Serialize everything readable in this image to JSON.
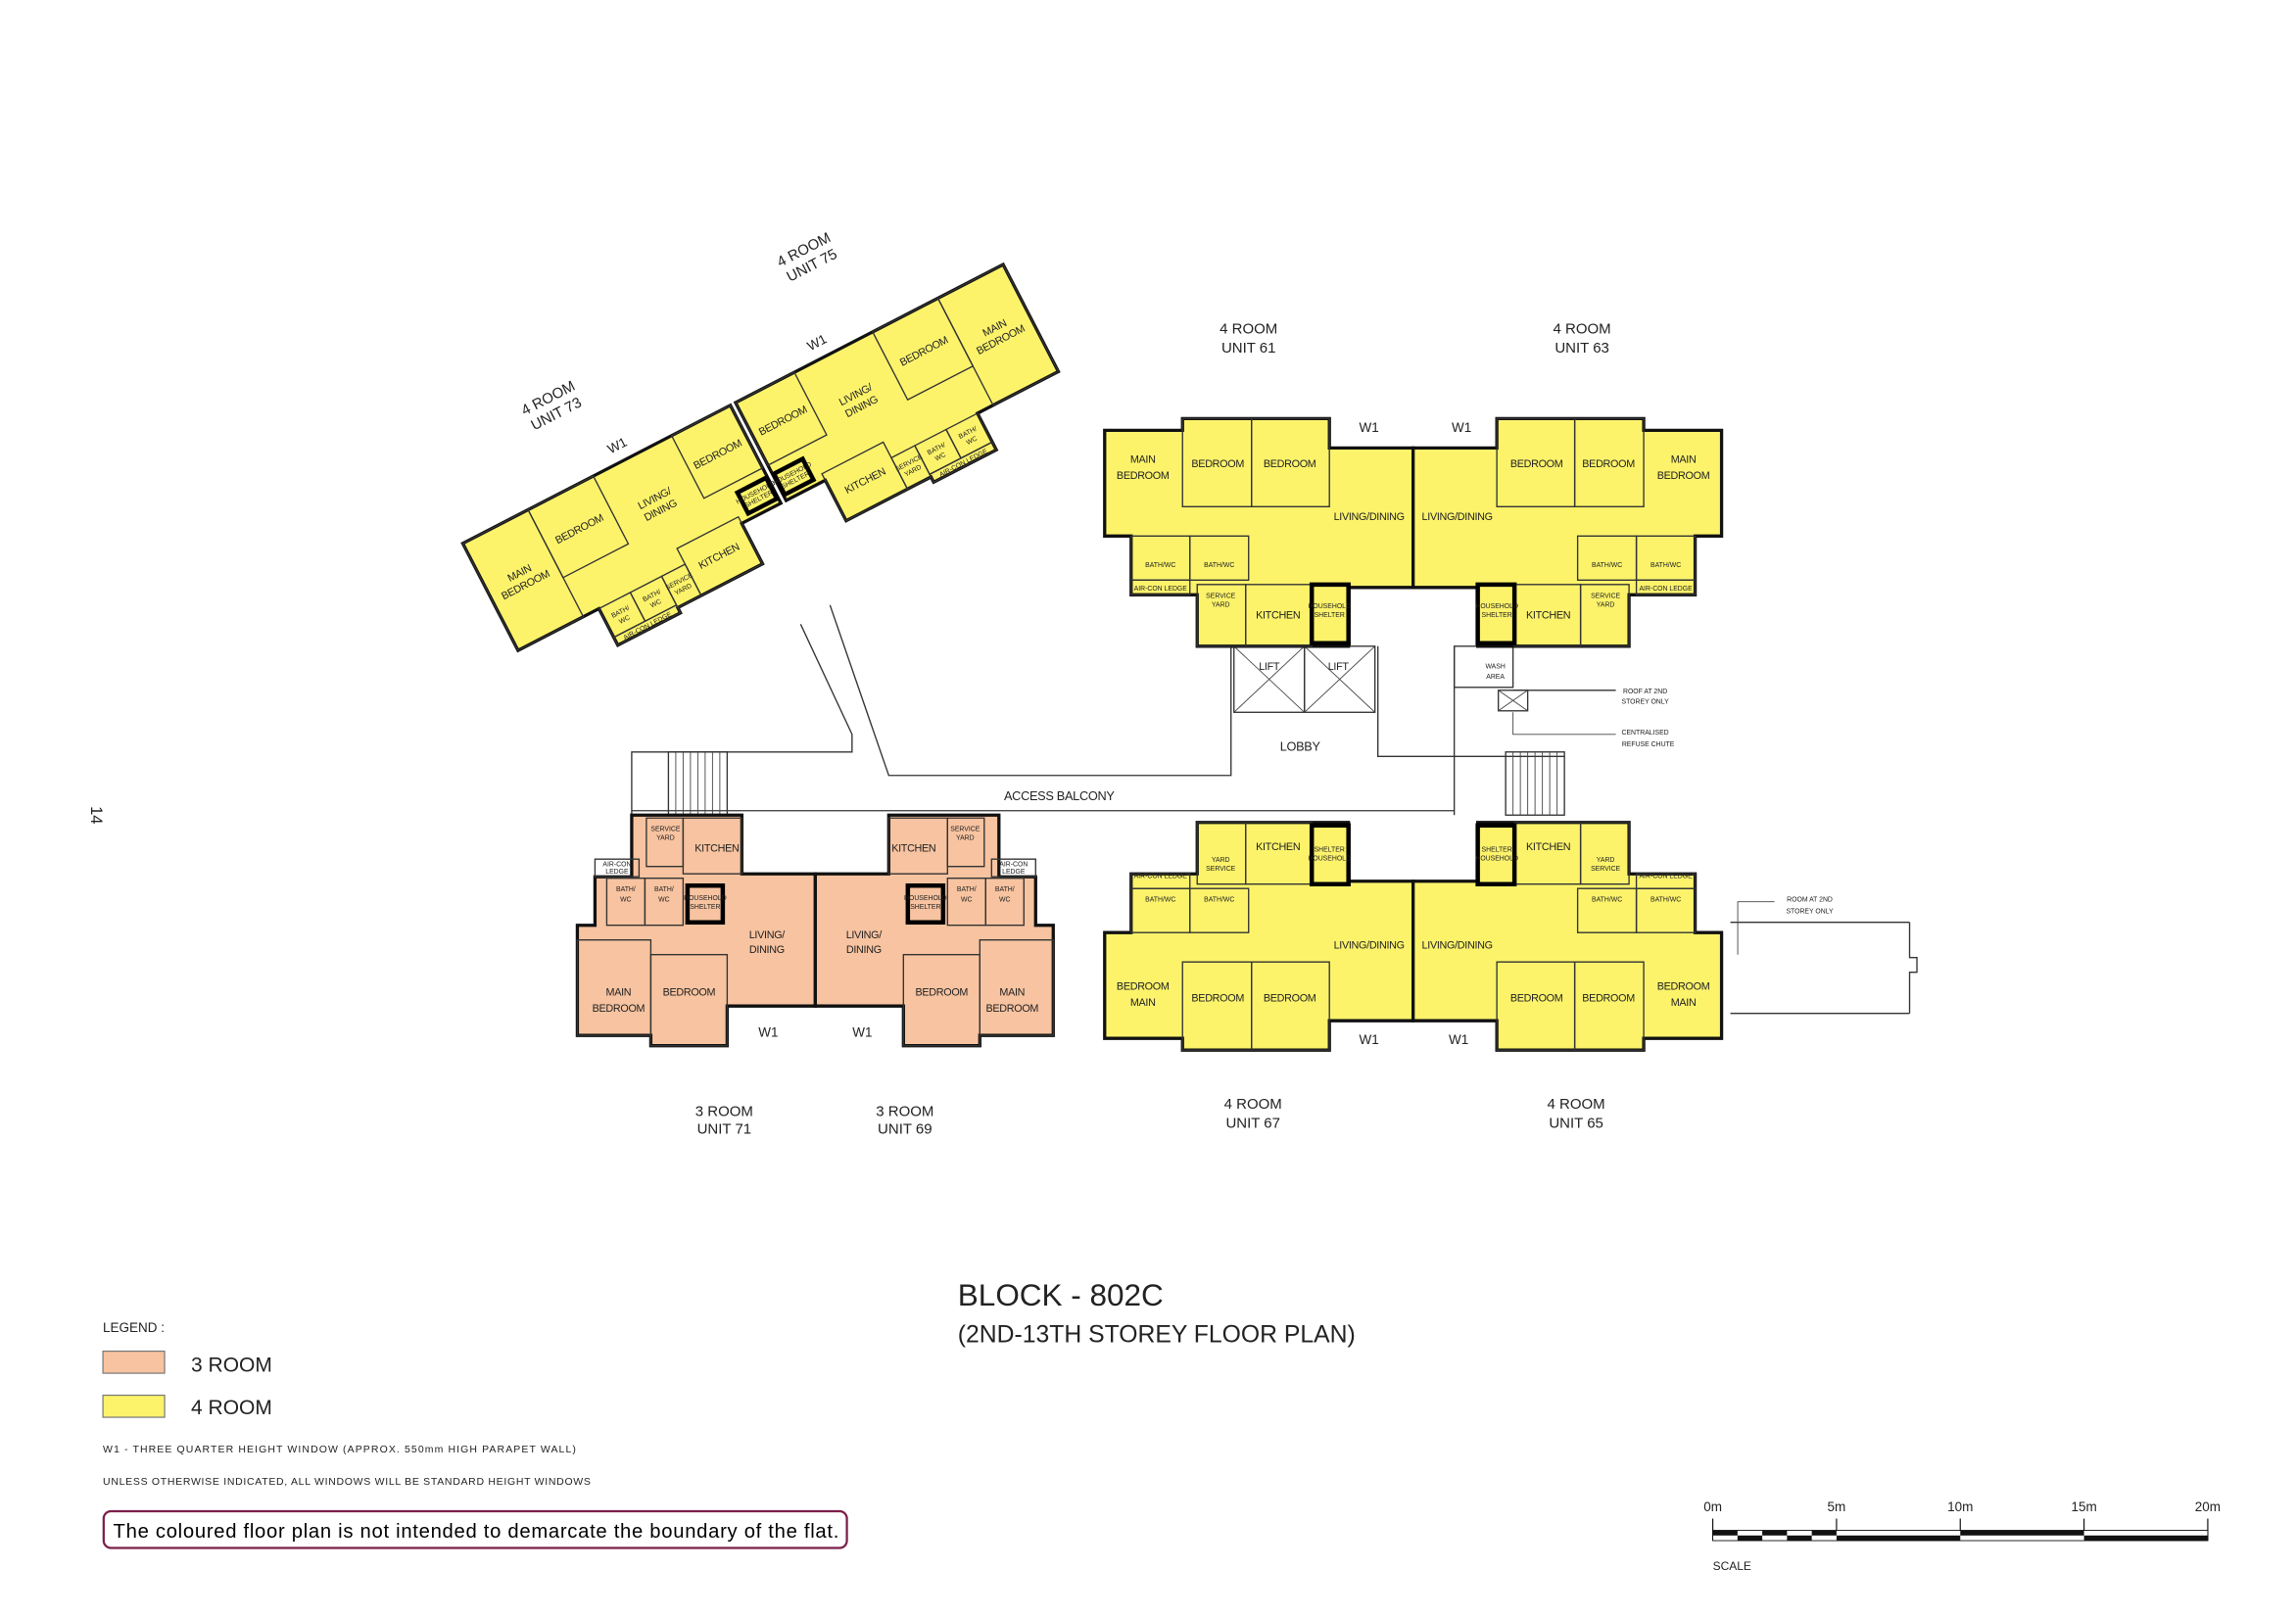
{
  "page_number": "14",
  "rooms": {
    "main": "MAIN",
    "bedroom": "BEDROOM",
    "living_dining": "LIVING/DINING",
    "living": "LIVING/",
    "dining": "DINING",
    "bath_wc": "BATH/WC",
    "bath": "BATH/",
    "wc": "WC",
    "kitchen": "KITCHEN",
    "service": "SERVICE",
    "yard": "YARD",
    "aircon_ledge": "AIR-CON LEDGE",
    "aircon": "AIR-CON",
    "ledge": "LEDGE",
    "household": "HOUSEHOLD",
    "shelter": "SHELTER"
  },
  "units": {
    "u61": {
      "type": "4 ROOM",
      "unit": "UNIT 61"
    },
    "u63": {
      "type": "4 ROOM",
      "unit": "UNIT 63"
    },
    "u65": {
      "type": "4 ROOM",
      "unit": "UNIT 65"
    },
    "u67": {
      "type": "4 ROOM",
      "unit": "UNIT 67"
    },
    "u69": {
      "type": "3 ROOM",
      "unit": "UNIT 69"
    },
    "u71": {
      "type": "3 ROOM",
      "unit": "UNIT 71"
    },
    "u73": {
      "type": "4 ROOM",
      "unit": "UNIT 73"
    },
    "u75": {
      "type": "4 ROOM",
      "unit": "UNIT 75"
    }
  },
  "common": {
    "w1": "W1",
    "lift": "LIFT",
    "lobby": "LOBBY",
    "access_balcony": "ACCESS BALCONY",
    "wash": "WASH",
    "area": "AREA",
    "roof_1": "ROOF AT 2ND",
    "roof_2": "STOREY ONLY",
    "refuse_1": "CENTRALISED",
    "refuse_2": "REFUSE CHUTE",
    "room2_1": "ROOM AT 2ND",
    "room2_2": "STOREY ONLY"
  },
  "title": {
    "block": "BLOCK - 802C",
    "subtitle": "(2ND-13TH STOREY FLOOR PLAN)"
  },
  "legend": {
    "heading": "LEGEND :",
    "items": [
      {
        "label": "3 ROOM",
        "color": "#f7c3a0"
      },
      {
        "label": "4 ROOM",
        "color": "#fcf36b"
      }
    ],
    "note_w1": "W1 - THREE QUARTER HEIGHT WINDOW (APPROX. 550mm HIGH PARAPET WALL)",
    "note_windows": "UNLESS OTHERWISE INDICATED, ALL WINDOWS WILL BE STANDARD HEIGHT WINDOWS",
    "disclaimer": "The coloured floor plan is not intended to demarcate the boundary of the flat."
  },
  "scale": {
    "ticks": [
      "0m",
      "5m",
      "10m",
      "15m",
      "20m"
    ],
    "label": "SCALE"
  }
}
